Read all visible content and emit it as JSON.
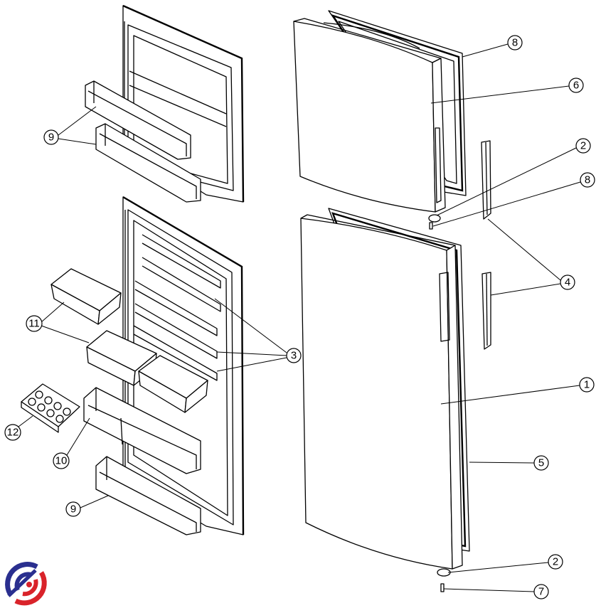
{
  "diagram": {
    "callouts": [
      {
        "id": "8",
        "label": "8"
      },
      {
        "id": "6",
        "label": "6"
      },
      {
        "id": "2",
        "label": "2"
      },
      {
        "id": "8b",
        "label": "8"
      },
      {
        "id": "4",
        "label": "4"
      },
      {
        "id": "3",
        "label": "3"
      },
      {
        "id": "1",
        "label": "1"
      },
      {
        "id": "5",
        "label": "5"
      },
      {
        "id": "2b",
        "label": "2"
      },
      {
        "id": "7",
        "label": "7"
      },
      {
        "id": "9",
        "label": "9"
      },
      {
        "id": "11",
        "label": "11"
      },
      {
        "id": "12",
        "label": "12"
      },
      {
        "id": "10",
        "label": "10"
      },
      {
        "id": "9b",
        "label": "9"
      }
    ],
    "logo": {
      "colors": {
        "blue": "#2a2f8f",
        "red": "#d9232a"
      }
    }
  }
}
